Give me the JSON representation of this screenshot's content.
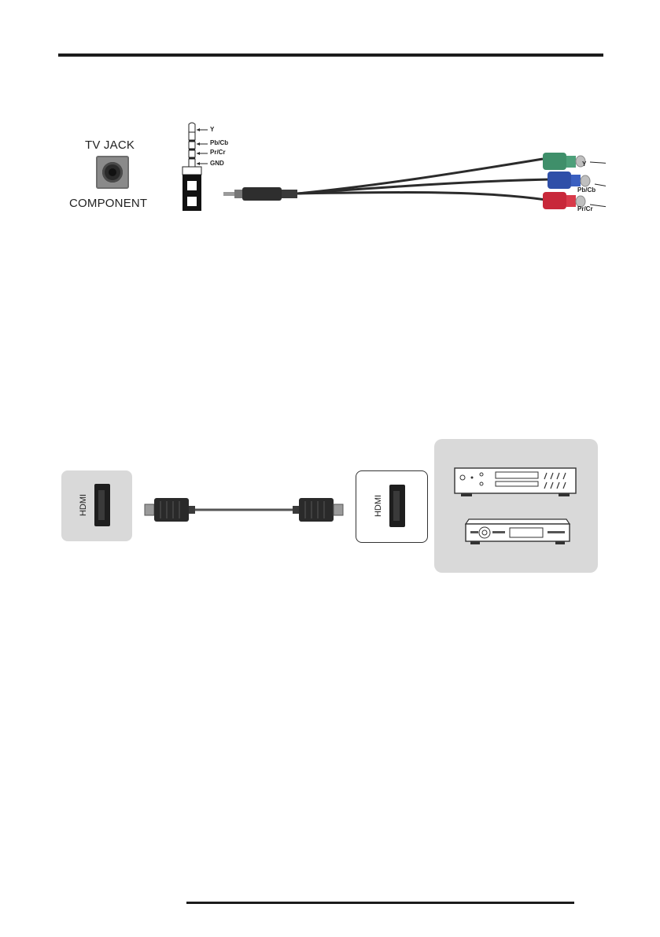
{
  "component_section": {
    "tv_jack_title": "TV JACK",
    "tv_jack_subtitle": "COMPONENT",
    "plug_pins": [
      "Y",
      "Pb/Cb",
      "Pr/Cr",
      "GND"
    ],
    "rca_outputs": [
      "Y",
      "Pb/Cb",
      "Pr/Cr"
    ],
    "rca_colors": {
      "Y": "#3f8f6a",
      "Pb/Cb": "#2f4fa8",
      "Pr/Cr": "#c8283a"
    }
  },
  "hdmi_section": {
    "tv_port_label": "HDMI",
    "device_port_label": "HDMI"
  },
  "colors": {
    "rule": "#1c1c1c",
    "panel_gray": "#d9d9d9",
    "cable": "#2b2b2b"
  }
}
